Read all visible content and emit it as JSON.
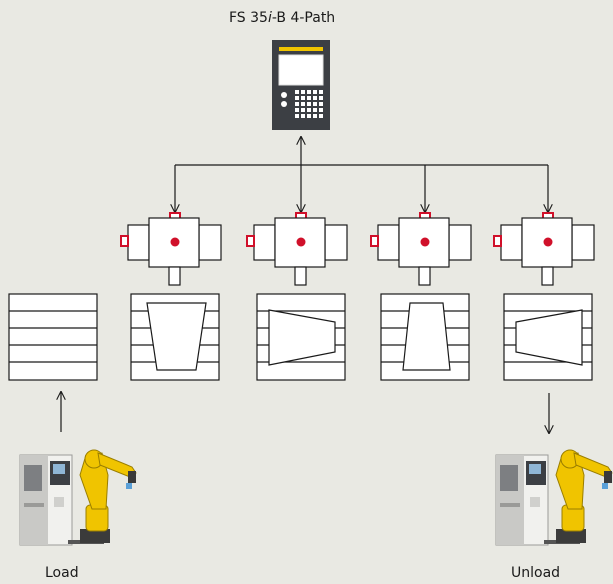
{
  "title": {
    "prefix": "FS 35",
    "italic": "i",
    "suffix": "-B 4-Path"
  },
  "labels": {
    "load": "Load",
    "unload": "Unload"
  },
  "colors": {
    "background": "#e9e9e3",
    "line": "#1a1a1a",
    "accent_red": "#d0102a",
    "robot_yellow": "#f0c400",
    "cnc_panel": "#3c3f44",
    "white": "#ffffff"
  },
  "workpieces": [
    "trapezoid-narrow-bottom",
    "trapezoid-narrow-right",
    "trapezoid-narrow-top",
    "trapezoid-narrow-left"
  ]
}
